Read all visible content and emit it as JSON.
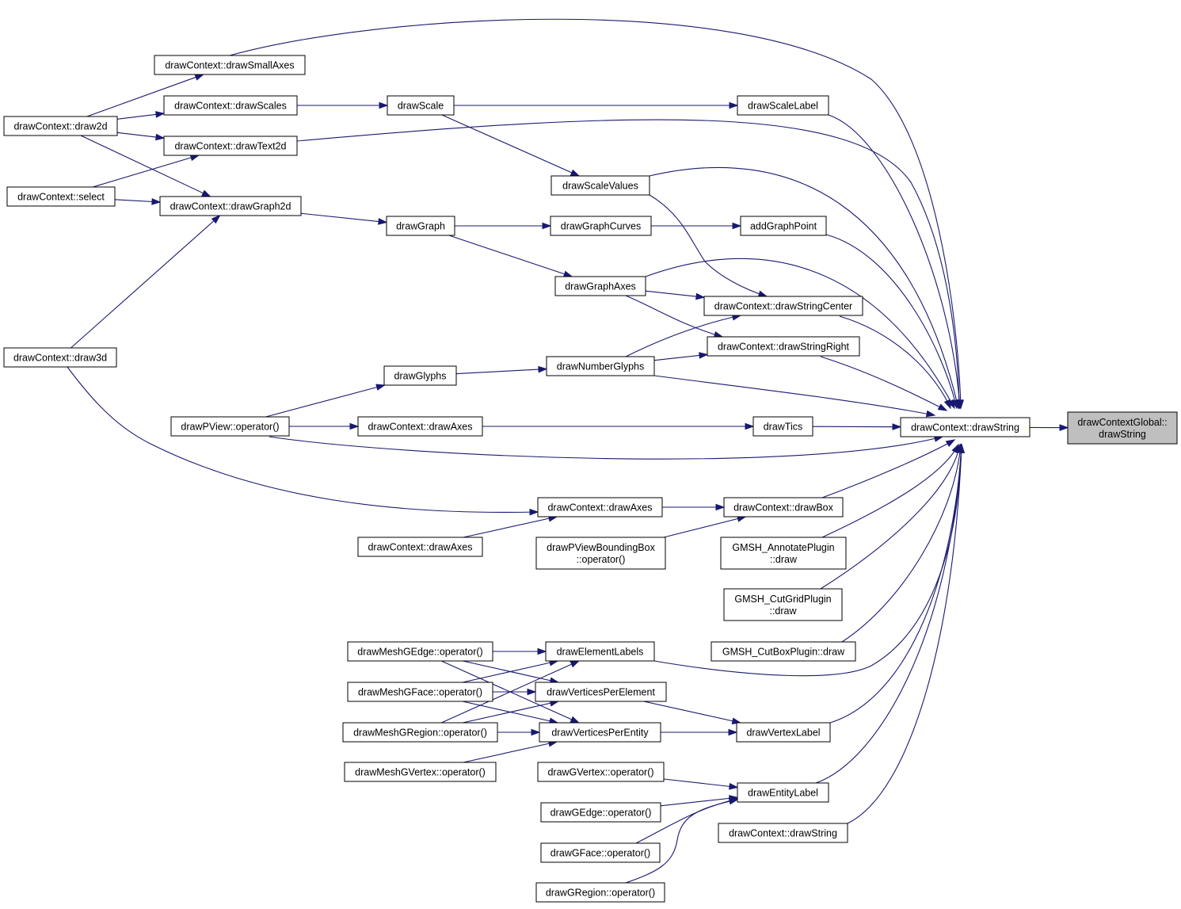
{
  "diagram": {
    "type": "call-graph",
    "colors": {
      "edge": "#191970",
      "node_border": "#000000",
      "node_fill": "#ffffff",
      "root_fill": "#bfbfbf"
    },
    "nodes": [
      {
        "id": "root",
        "lines": [
          "drawContextGlobal::",
          "drawString"
        ],
        "root": true
      },
      {
        "id": "ds",
        "lines": [
          "drawContext::drawString"
        ]
      },
      {
        "id": "dsa",
        "lines": [
          "drawContext::drawSmallAxes"
        ]
      },
      {
        "id": "d2d",
        "lines": [
          "drawContext::draw2d"
        ]
      },
      {
        "id": "dscs",
        "lines": [
          "drawContext::drawScales"
        ]
      },
      {
        "id": "dsc",
        "lines": [
          "drawScale"
        ]
      },
      {
        "id": "dsl",
        "lines": [
          "drawScaleLabel"
        ]
      },
      {
        "id": "dt2d",
        "lines": [
          "drawContext::drawText2d"
        ]
      },
      {
        "id": "sel",
        "lines": [
          "drawContext::select"
        ]
      },
      {
        "id": "dsv",
        "lines": [
          "drawScaleValues"
        ]
      },
      {
        "id": "dg2d",
        "lines": [
          "drawContext::drawGraph2d"
        ]
      },
      {
        "id": "dg",
        "lines": [
          "drawGraph"
        ]
      },
      {
        "id": "dgc",
        "lines": [
          "drawGraphCurves"
        ]
      },
      {
        "id": "agp",
        "lines": [
          "addGraphPoint"
        ]
      },
      {
        "id": "dga",
        "lines": [
          "drawGraphAxes"
        ]
      },
      {
        "id": "dsctr",
        "lines": [
          "drawContext::drawStringCenter"
        ]
      },
      {
        "id": "dsr",
        "lines": [
          "drawContext::drawStringRight"
        ]
      },
      {
        "id": "d3d",
        "lines": [
          "drawContext::draw3d"
        ]
      },
      {
        "id": "dgl",
        "lines": [
          "drawGlyphs"
        ]
      },
      {
        "id": "dng",
        "lines": [
          "drawNumberGlyphs"
        ]
      },
      {
        "id": "dpv",
        "lines": [
          "drawPView::operator()"
        ]
      },
      {
        "id": "dax1",
        "lines": [
          "drawContext::drawAxes"
        ]
      },
      {
        "id": "dtics",
        "lines": [
          "drawTics"
        ]
      },
      {
        "id": "dax2",
        "lines": [
          "drawContext::drawAxes"
        ]
      },
      {
        "id": "dbox",
        "lines": [
          "drawContext::drawBox"
        ]
      },
      {
        "id": "dax3",
        "lines": [
          "drawContext::drawAxes"
        ]
      },
      {
        "id": "dpvbb",
        "lines": [
          "drawPViewBoundingBox",
          "::operator()"
        ]
      },
      {
        "id": "gap",
        "lines": [
          "GMSH_AnnotatePlugin",
          "::draw"
        ]
      },
      {
        "id": "gcgp",
        "lines": [
          "GMSH_CutGridPlugin",
          "::draw"
        ]
      },
      {
        "id": "gcbp",
        "lines": [
          "GMSH_CutBoxPlugin::draw"
        ]
      },
      {
        "id": "mge",
        "lines": [
          "drawMeshGEdge::operator()"
        ]
      },
      {
        "id": "del",
        "lines": [
          "drawElementLabels"
        ]
      },
      {
        "id": "mgf",
        "lines": [
          "drawMeshGFace::operator()"
        ]
      },
      {
        "id": "dvpel",
        "lines": [
          "drawVerticesPerElement"
        ]
      },
      {
        "id": "mgr",
        "lines": [
          "drawMeshGRegion::operator()"
        ]
      },
      {
        "id": "dvpen",
        "lines": [
          "drawVerticesPerEntity"
        ]
      },
      {
        "id": "dvl",
        "lines": [
          "drawVertexLabel"
        ]
      },
      {
        "id": "mgv",
        "lines": [
          "drawMeshGVertex::operator()"
        ]
      },
      {
        "id": "gvop",
        "lines": [
          "drawGVertex::operator()"
        ]
      },
      {
        "id": "del2",
        "lines": [
          "drawEntityLabel"
        ]
      },
      {
        "id": "geop",
        "lines": [
          "drawGEdge::operator()"
        ]
      },
      {
        "id": "ds2",
        "lines": [
          "drawContext::drawString"
        ]
      },
      {
        "id": "gfop",
        "lines": [
          "drawGFace::operator()"
        ]
      },
      {
        "id": "grop",
        "lines": [
          "drawGRegion::operator()"
        ]
      }
    ],
    "edges": [
      {
        "from": "ds",
        "to": "root"
      },
      {
        "from": "dsa",
        "to": "ds"
      },
      {
        "from": "dsl",
        "to": "ds"
      },
      {
        "from": "dt2d",
        "to": "ds"
      },
      {
        "from": "dsv",
        "to": "ds"
      },
      {
        "from": "agp",
        "to": "ds"
      },
      {
        "from": "dga",
        "to": "ds"
      },
      {
        "from": "dsctr",
        "to": "ds"
      },
      {
        "from": "dsr",
        "to": "ds"
      },
      {
        "from": "dng",
        "to": "ds"
      },
      {
        "from": "dtics",
        "to": "ds"
      },
      {
        "from": "dpv",
        "to": "ds"
      },
      {
        "from": "dbox",
        "to": "ds"
      },
      {
        "from": "gap",
        "to": "ds"
      },
      {
        "from": "gcgp",
        "to": "ds"
      },
      {
        "from": "gcbp",
        "to": "ds"
      },
      {
        "from": "del",
        "to": "ds"
      },
      {
        "from": "dvl",
        "to": "ds"
      },
      {
        "from": "del2",
        "to": "ds"
      },
      {
        "from": "ds2",
        "to": "ds"
      },
      {
        "from": "d2d",
        "to": "dsa"
      },
      {
        "from": "d2d",
        "to": "dscs"
      },
      {
        "from": "d2d",
        "to": "dt2d"
      },
      {
        "from": "d2d",
        "to": "dg2d"
      },
      {
        "from": "sel",
        "to": "dt2d"
      },
      {
        "from": "sel",
        "to": "dg2d"
      },
      {
        "from": "d3d",
        "to": "dg2d"
      },
      {
        "from": "d3d",
        "to": "dax2"
      },
      {
        "from": "dscs",
        "to": "dsc"
      },
      {
        "from": "dsc",
        "to": "dsl"
      },
      {
        "from": "dsc",
        "to": "dsv"
      },
      {
        "from": "dg2d",
        "to": "dg"
      },
      {
        "from": "dg",
        "to": "dgc"
      },
      {
        "from": "dg",
        "to": "dga"
      },
      {
        "from": "dgc",
        "to": "agp"
      },
      {
        "from": "dga",
        "to": "dsctr"
      },
      {
        "from": "dga",
        "to": "dsr"
      },
      {
        "from": "dsv",
        "to": "dsctr"
      },
      {
        "from": "dng",
        "to": "dsctr"
      },
      {
        "from": "dng",
        "to": "dsr"
      },
      {
        "from": "dgl",
        "to": "dng"
      },
      {
        "from": "dpv",
        "to": "dgl"
      },
      {
        "from": "dpv",
        "to": "dax1"
      },
      {
        "from": "dax1",
        "to": "dtics"
      },
      {
        "from": "dax2",
        "to": "dbox"
      },
      {
        "from": "dax3",
        "to": "dax2"
      },
      {
        "from": "dpvbb",
        "to": "dbox"
      },
      {
        "from": "mge",
        "to": "del"
      },
      {
        "from": "mge",
        "to": "dvpel"
      },
      {
        "from": "mge",
        "to": "dvpen"
      },
      {
        "from": "mgf",
        "to": "del"
      },
      {
        "from": "mgf",
        "to": "dvpel"
      },
      {
        "from": "mgf",
        "to": "dvpen"
      },
      {
        "from": "mgr",
        "to": "del"
      },
      {
        "from": "mgr",
        "to": "dvpel"
      },
      {
        "from": "mgr",
        "to": "dvpen"
      },
      {
        "from": "mgv",
        "to": "dvpen"
      },
      {
        "from": "dvpel",
        "to": "dvl"
      },
      {
        "from": "dvpen",
        "to": "dvl"
      },
      {
        "from": "gvop",
        "to": "del2"
      },
      {
        "from": "geop",
        "to": "del2"
      },
      {
        "from": "gfop",
        "to": "del2"
      },
      {
        "from": "grop",
        "to": "del2"
      }
    ]
  }
}
